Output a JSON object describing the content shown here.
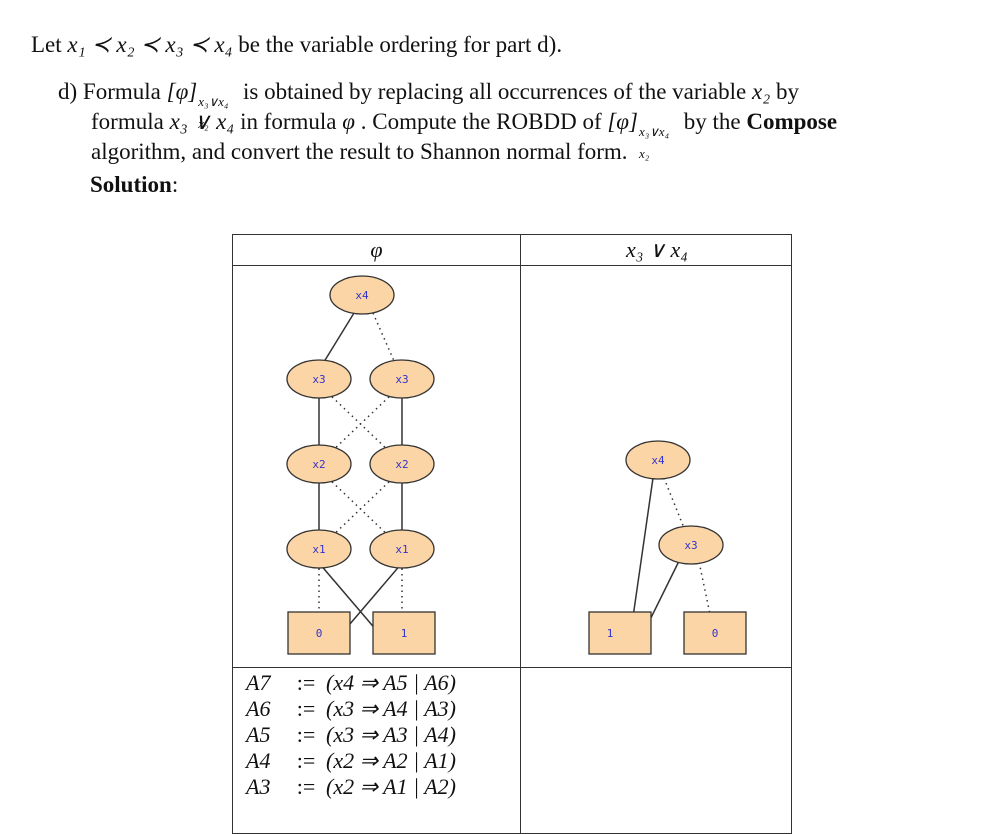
{
  "intro": {
    "prefix": "Let ",
    "ordering": "x₁ ≺ x₂ ≺ x₃ ≺ x₄",
    "suffix": " be the variable ordering for part d)."
  },
  "item": {
    "label": "d)",
    "line1_a": "Formula ",
    "formula": "[φ]",
    "sup": "x₃∨x₄",
    "sub": "x₂",
    "line1_b": " is obtained by replacing all occurrences of the variable ",
    "var": "x₂",
    "line1_c": " by",
    "line2_a": "formula ",
    "expr": "x₃ ∨ x₄",
    "line2_b": " in formula ",
    "phi": "φ",
    "line2_c": " .  Compute the ROBDD of ",
    "line2_d": " by the ",
    "compose": "Compose",
    "line3": "algorithm, and convert the result to Shannon normal form."
  },
  "solution": {
    "label": "Solution",
    "colon": ":"
  },
  "table": {
    "left_header": "φ",
    "right_header": "x₃ ∨ x₄"
  },
  "left_bdd": {
    "nodes": [
      "x4",
      "x3",
      "x3",
      "x2",
      "x2",
      "x1",
      "x1"
    ],
    "terminals": [
      "0",
      "1"
    ]
  },
  "right_bdd": {
    "nodes": [
      "x4",
      "x3"
    ],
    "terminals": [
      "1",
      "0"
    ]
  },
  "definitions": [
    {
      "name": "A7",
      "op": ":=",
      "body": "(x4 ⇒ A5 | A6)"
    },
    {
      "name": "A6",
      "op": ":=",
      "body": "(x3 ⇒ A4 | A3)"
    },
    {
      "name": "A5",
      "op": ":=",
      "body": "(x3 ⇒ A3 | A4)"
    },
    {
      "name": "A4",
      "op": ":=",
      "body": "(x2 ⇒ A2 | A1)"
    },
    {
      "name": "A3",
      "op": ":=",
      "body": "(x2 ⇒ A1 | A2)"
    }
  ],
  "colors": {
    "node_fill": "#fbd5a6",
    "node_label": "#3333cc",
    "border": "#333333"
  }
}
